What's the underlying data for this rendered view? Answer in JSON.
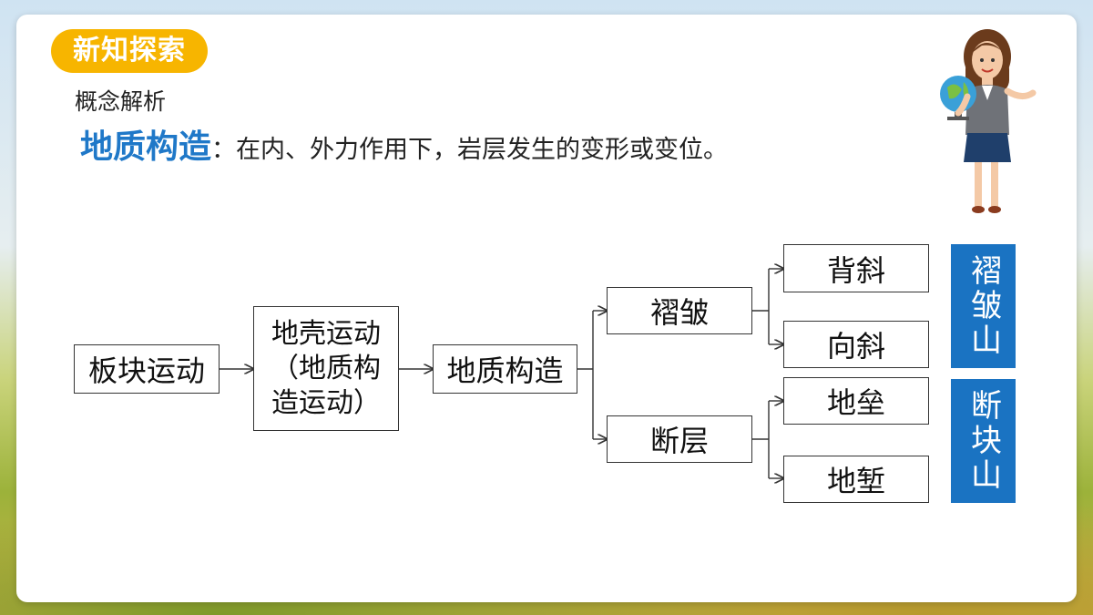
{
  "header": {
    "section_tag": "新知探索",
    "subtitle": "概念解析"
  },
  "definition": {
    "term": "地质构造",
    "text": "：在内、外力作用下，岩层发生的变形或变位。"
  },
  "diagram": {
    "nodes": {
      "plate_motion": "板块运动",
      "crustal_motion": "地壳运动\n（地质构\n造运动）",
      "geo_structure": "地质构造",
      "fold": "褶皱",
      "fault": "断层",
      "anticline": "背斜",
      "syncline": "向斜",
      "horst": "地垒",
      "graben": "地堑"
    },
    "labels": {
      "fold_mountain": "褶皱山",
      "fault_block_mountain": "断块山"
    }
  },
  "colors": {
    "tag": "#f7b500",
    "term": "#1f78c8",
    "label_bg": "#1a73c2"
  }
}
